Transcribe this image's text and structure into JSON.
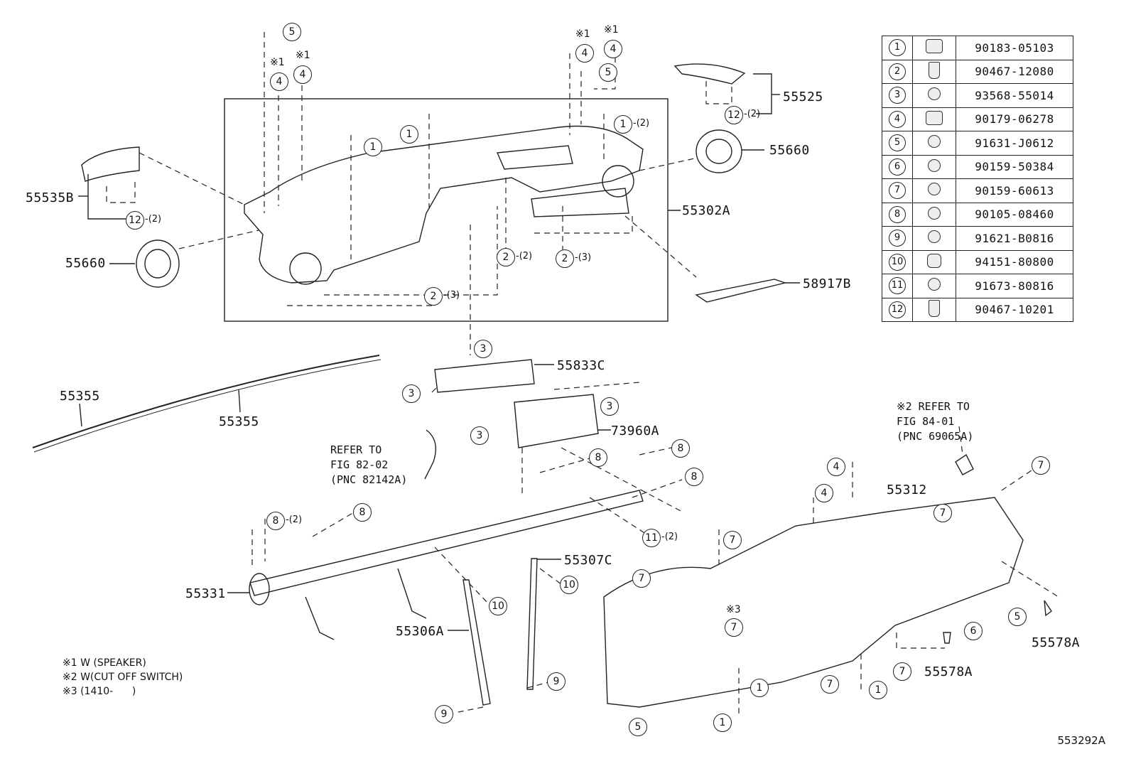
{
  "figure_id": "553292A",
  "part_labels": {
    "p55535B": "55535B",
    "p55660_left": "55660",
    "p55660_right": "55660",
    "p55525": "55525",
    "p55302A": "55302A",
    "p58917B": "58917B",
    "p55833C": "55833C",
    "p73960A": "73960A",
    "p55355_a": "55355",
    "p55355_b": "55355",
    "p55312": "55312",
    "p55331": "55331",
    "p55307C": "55307C",
    "p55306A": "55306A",
    "p55578A_a": "55578A",
    "p55578A_b": "55578A"
  },
  "refer_notes": {
    "fig82": "REFER TO\nFIG 82-02\n(PNC 82142A)",
    "fig84": "※2 REFER TO\nFIG 84-01\n(PNC 69065A)"
  },
  "marks": {
    "m1": "※1",
    "m3": "※3"
  },
  "quantities": {
    "q2": "-(2)",
    "q3": "-(3)"
  },
  "legend": "※1 W (SPEAKER)\n※2 W(CUT OFF SWITCH)\n※3 (1410-      )",
  "parts_table": [
    {
      "num": "1",
      "icon": "clip-nut-icon",
      "part": "90183-05103"
    },
    {
      "num": "2",
      "icon": "clip-icon",
      "part": "90467-12080"
    },
    {
      "num": "3",
      "icon": "screw-icon",
      "part": "93568-55014"
    },
    {
      "num": "4",
      "icon": "clip-nut-icon",
      "part": "90179-06278"
    },
    {
      "num": "5",
      "icon": "bolt-icon",
      "part": "91631-J0612"
    },
    {
      "num": "6",
      "icon": "screw-icon",
      "part": "90159-50384"
    },
    {
      "num": "7",
      "icon": "bolt-icon",
      "part": "90159-60613"
    },
    {
      "num": "8",
      "icon": "bolt-icon",
      "part": "90105-08460"
    },
    {
      "num": "9",
      "icon": "bolt-icon",
      "part": "91621-B0816"
    },
    {
      "num": "10",
      "icon": "nut-icon",
      "part": "94151-80800"
    },
    {
      "num": "11",
      "icon": "bolt-icon",
      "part": "91673-80816"
    },
    {
      "num": "12",
      "icon": "clip-icon",
      "part": "90467-10201"
    }
  ],
  "callout_numbers": {
    "c1": "1",
    "c2": "2",
    "c3": "3",
    "c4": "4",
    "c5": "5",
    "c6": "6",
    "c7": "7",
    "c8": "8",
    "c9": "9",
    "c10": "10",
    "c11": "11",
    "c12": "12"
  }
}
